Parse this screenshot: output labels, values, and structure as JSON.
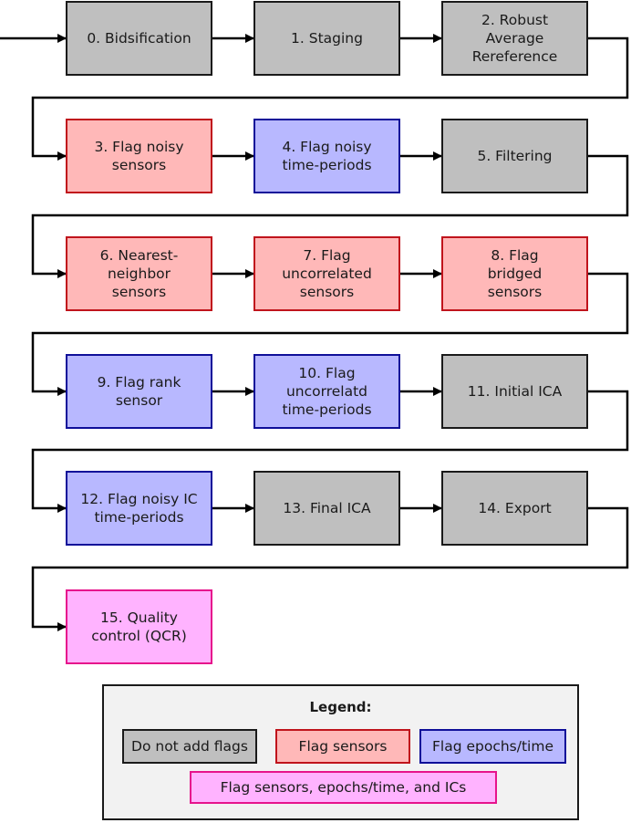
{
  "colors": {
    "gray_fill": "#bfbfbf",
    "gray_stroke": "#1a1a1a",
    "red_fill": "#ffb8b8",
    "red_stroke": "#c0141c",
    "blue_fill": "#b8b8ff",
    "blue_stroke": "#0f0f99",
    "pink_fill": "#ffb3ff",
    "pink_stroke": "#e6148c",
    "arrow": "#000000"
  },
  "steps": [
    {
      "id": "step-0",
      "type": "gray",
      "lines": [
        "0. Bidsification"
      ]
    },
    {
      "id": "step-1",
      "type": "gray",
      "lines": [
        "1. Staging"
      ]
    },
    {
      "id": "step-2",
      "type": "gray",
      "lines": [
        "2. Robust",
        "Average",
        "Rereference"
      ]
    },
    {
      "id": "step-3",
      "type": "red",
      "lines": [
        "3. Flag noisy",
        "sensors"
      ]
    },
    {
      "id": "step-4",
      "type": "blue",
      "lines": [
        "4. Flag noisy",
        "time-periods"
      ]
    },
    {
      "id": "step-5",
      "type": "gray",
      "lines": [
        "5. Filtering"
      ]
    },
    {
      "id": "step-6",
      "type": "red",
      "lines": [
        "6. Nearest-",
        "neighbor",
        "sensors"
      ]
    },
    {
      "id": "step-7",
      "type": "red",
      "lines": [
        "7. Flag",
        "uncorrelated",
        "sensors"
      ]
    },
    {
      "id": "step-8",
      "type": "red",
      "lines": [
        "8. Flag",
        "bridged",
        "sensors"
      ]
    },
    {
      "id": "step-9",
      "type": "blue",
      "lines": [
        "9. Flag rank",
        "sensor"
      ]
    },
    {
      "id": "step-10",
      "type": "blue",
      "lines": [
        "10. Flag",
        "uncorrelatd",
        "time-periods"
      ]
    },
    {
      "id": "step-11",
      "type": "gray",
      "lines": [
        "11. Initial ICA"
      ]
    },
    {
      "id": "step-12",
      "type": "blue",
      "lines": [
        "12. Flag noisy IC",
        "time-periods"
      ]
    },
    {
      "id": "step-13",
      "type": "gray",
      "lines": [
        "13. Final ICA"
      ]
    },
    {
      "id": "step-14",
      "type": "gray",
      "lines": [
        "14. Export"
      ]
    },
    {
      "id": "step-15",
      "type": "pink",
      "lines": [
        "15. Quality",
        "control (QCR)"
      ]
    }
  ],
  "legend": {
    "title": "Legend:",
    "no_flags": "Do not add flags",
    "flag_sensors": "Flag sensors",
    "flag_epochs": "Flag epochs/time",
    "flag_all": "Flag sensors, epochs/time, and ICs"
  }
}
